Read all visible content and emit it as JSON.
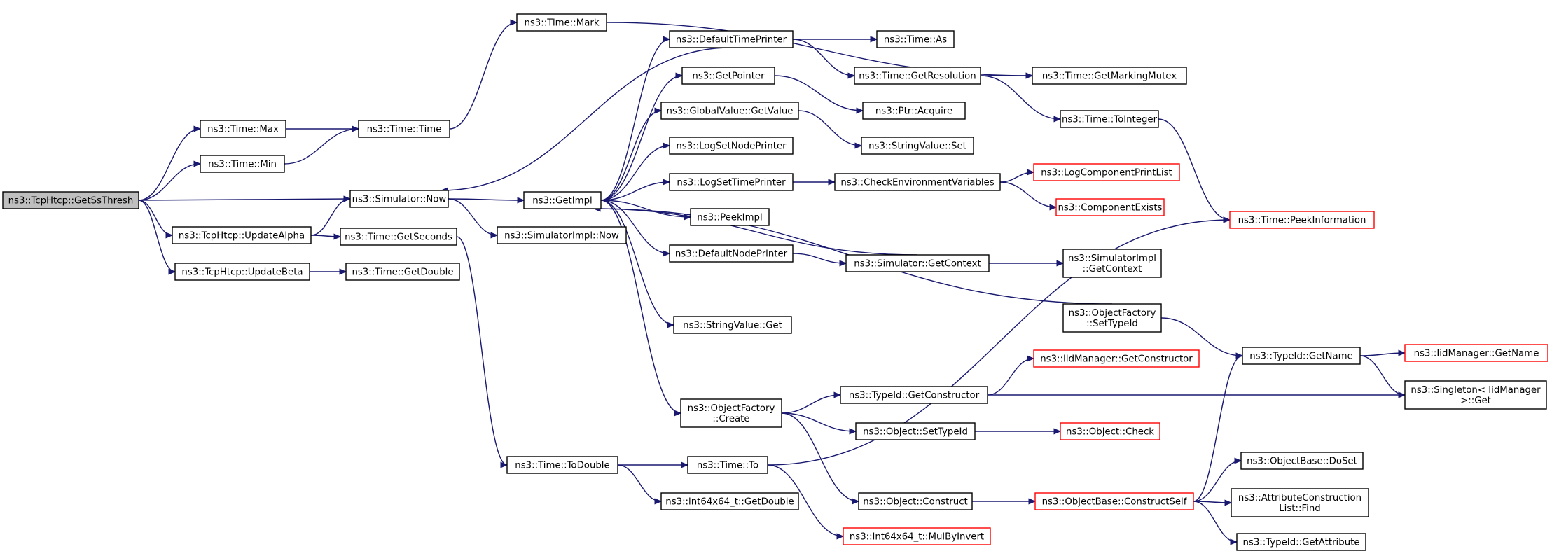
{
  "colors": {
    "edge": "#191970",
    "root_fill": "#bfbfbf",
    "red_border": "#ff0000",
    "border": "#000000"
  },
  "nodes": {
    "getssthresh": {
      "lines": [
        "ns3::TcpHtcp::GetSsThresh"
      ],
      "root": true
    },
    "max": {
      "lines": [
        "ns3::Time::Max"
      ]
    },
    "min": {
      "lines": [
        "ns3::Time::Min"
      ]
    },
    "now": {
      "lines": [
        "ns3::Simulator::Now"
      ]
    },
    "updatealpha": {
      "lines": [
        "ns3::TcpHtcp::UpdateAlpha"
      ]
    },
    "updatebeta": {
      "lines": [
        "ns3::TcpHtcp::UpdateBeta"
      ]
    },
    "time": {
      "lines": [
        "ns3::Time::Time"
      ]
    },
    "getseconds": {
      "lines": [
        "ns3::Time::GetSeconds"
      ]
    },
    "getdouble": {
      "lines": [
        "ns3::Time::GetDouble"
      ]
    },
    "mark": {
      "lines": [
        "ns3::Time::Mark"
      ]
    },
    "getimpl": {
      "lines": [
        "ns3::GetImpl"
      ]
    },
    "simimplnow": {
      "lines": [
        "ns3::SimulatorImpl::Now"
      ]
    },
    "todouble": {
      "lines": [
        "ns3::Time::ToDouble"
      ]
    },
    "defaulttimeprinter": {
      "lines": [
        "ns3::DefaultTimePrinter"
      ]
    },
    "getpointer": {
      "lines": [
        "ns3::GetPointer"
      ]
    },
    "getvalue": {
      "lines": [
        "ns3::GlobalValue::GetValue"
      ]
    },
    "logsetnodeprinter": {
      "lines": [
        "ns3::LogSetNodePrinter"
      ]
    },
    "logsettimeprinter": {
      "lines": [
        "ns3::LogSetTimePrinter"
      ]
    },
    "peekimpl": {
      "lines": [
        "ns3::PeekImpl"
      ]
    },
    "defaultnodeprinter": {
      "lines": [
        "ns3::DefaultNodePrinter"
      ]
    },
    "stringvalueget": {
      "lines": [
        "ns3::StringValue::Get"
      ]
    },
    "objfactorycreate": {
      "lines": [
        "ns3::ObjectFactory",
        "::Create"
      ]
    },
    "timeto": {
      "lines": [
        "ns3::Time::To"
      ]
    },
    "int64getdouble": {
      "lines": [
        "ns3::int64x64_t::GetDouble"
      ]
    },
    "timeas": {
      "lines": [
        "ns3::Time::As"
      ]
    },
    "getresolution": {
      "lines": [
        "ns3::Time::GetResolution"
      ]
    },
    "ptracquire": {
      "lines": [
        "ns3::Ptr::Acquire"
      ]
    },
    "stringvalueset": {
      "lines": [
        "ns3::StringValue::Set"
      ]
    },
    "checkenv": {
      "lines": [
        "ns3::CheckEnvironmentVariables"
      ]
    },
    "simgetcontext": {
      "lines": [
        "ns3::Simulator::GetContext"
      ]
    },
    "typeidgetconstructor": {
      "lines": [
        "ns3::TypeId::GetConstructor"
      ]
    },
    "objectsettypeid": {
      "lines": [
        "ns3::Object::SetTypeId"
      ]
    },
    "objectconstruct": {
      "lines": [
        "ns3::Object::Construct"
      ]
    },
    "mulbyinvert": {
      "lines": [
        "ns3::int64x64_t::MulByInvert"
      ],
      "red": true
    },
    "getmarkingmutex": {
      "lines": [
        "ns3::Time::GetMarkingMutex"
      ]
    },
    "tointeger": {
      "lines": [
        "ns3::Time::ToInteger"
      ]
    },
    "logcomponentprintlist": {
      "lines": [
        "ns3::LogComponentPrintList"
      ],
      "red": true
    },
    "componentexists": {
      "lines": [
        "ns3::ComponentExists"
      ],
      "red": true
    },
    "simimplgetcontext": {
      "lines": [
        "ns3::SimulatorImpl",
        "::GetContext"
      ]
    },
    "objfactorysettypeid": {
      "lines": [
        "ns3::ObjectFactory",
        "::SetTypeId"
      ]
    },
    "iidgetconstructor": {
      "lines": [
        "ns3::IidManager::GetConstructor"
      ],
      "red": true
    },
    "objectcheck": {
      "lines": [
        "ns3::Object::Check"
      ],
      "red": true
    },
    "constructself": {
      "lines": [
        "ns3::ObjectBase::ConstructSelf"
      ],
      "red": true
    },
    "peekinformation": {
      "lines": [
        "ns3::Time::PeekInformation"
      ],
      "red": true
    },
    "typeidgetname": {
      "lines": [
        "ns3::TypeId::GetName"
      ]
    },
    "iidgetname": {
      "lines": [
        "ns3::IidManager::GetName"
      ],
      "red": true
    },
    "singletonget": {
      "lines": [
        "ns3::Singleton< IidManager",
        ">::Get"
      ]
    },
    "doset": {
      "lines": [
        "ns3::ObjectBase::DoSet"
      ]
    },
    "attrfind": {
      "lines": [
        "ns3::AttributeConstruction",
        "List::Find"
      ]
    },
    "getattribute": {
      "lines": [
        "ns3::TypeId::GetAttribute"
      ]
    }
  },
  "edges": [
    [
      "getssthresh",
      "max"
    ],
    [
      "getssthresh",
      "min"
    ],
    [
      "getssthresh",
      "now"
    ],
    [
      "getssthresh",
      "updatealpha"
    ],
    [
      "getssthresh",
      "updatebeta"
    ],
    [
      "max",
      "time"
    ],
    [
      "min",
      "time"
    ],
    [
      "time",
      "mark"
    ],
    [
      "mark",
      "getmarkingmutex"
    ],
    [
      "updatealpha",
      "now"
    ],
    [
      "updatealpha",
      "getseconds"
    ],
    [
      "updatebeta",
      "getdouble"
    ],
    [
      "getseconds",
      "todouble"
    ],
    [
      "now",
      "getimpl"
    ],
    [
      "now",
      "simimplnow"
    ],
    [
      "defaulttimeprinter",
      "now"
    ],
    [
      "getimpl",
      "defaulttimeprinter"
    ],
    [
      "getimpl",
      "getpointer"
    ],
    [
      "getimpl",
      "getvalue"
    ],
    [
      "getimpl",
      "logsetnodeprinter"
    ],
    [
      "getimpl",
      "logsettimeprinter"
    ],
    [
      "getimpl",
      "peekimpl"
    ],
    [
      "getimpl",
      "defaultnodeprinter"
    ],
    [
      "getimpl",
      "stringvalueget"
    ],
    [
      "getimpl",
      "objfactorycreate"
    ],
    [
      "simgetcontext",
      "getimpl"
    ],
    [
      "objfactorysettypeid",
      "getimpl"
    ],
    [
      "defaulttimeprinter",
      "timeas"
    ],
    [
      "defaulttimeprinter",
      "getresolution"
    ],
    [
      "getresolution",
      "getmarkingmutex"
    ],
    [
      "getresolution",
      "tointeger"
    ],
    [
      "tointeger",
      "peekinformation"
    ],
    [
      "getpointer",
      "ptracquire"
    ],
    [
      "getvalue",
      "stringvalueset"
    ],
    [
      "logsettimeprinter",
      "checkenv"
    ],
    [
      "checkenv",
      "logcomponentprintlist"
    ],
    [
      "checkenv",
      "componentexists"
    ],
    [
      "defaultnodeprinter",
      "simgetcontext"
    ],
    [
      "simgetcontext",
      "simimplgetcontext"
    ],
    [
      "objfactorysettypeid",
      "typeidgetname"
    ],
    [
      "typeidgetname",
      "iidgetname"
    ],
    [
      "typeidgetname",
      "singletonget"
    ],
    [
      "objfactorycreate",
      "typeidgetconstructor"
    ],
    [
      "objfactorycreate",
      "objectsettypeid"
    ],
    [
      "objfactorycreate",
      "objectconstruct"
    ],
    [
      "typeidgetconstructor",
      "iidgetconstructor"
    ],
    [
      "typeidgetconstructor",
      "singletonget"
    ],
    [
      "objectsettypeid",
      "objectcheck"
    ],
    [
      "objectconstruct",
      "constructself"
    ],
    [
      "constructself",
      "typeidgetname"
    ],
    [
      "constructself",
      "doset"
    ],
    [
      "constructself",
      "attrfind"
    ],
    [
      "constructself",
      "getattribute"
    ],
    [
      "todouble",
      "timeto"
    ],
    [
      "todouble",
      "int64getdouble"
    ],
    [
      "timeto",
      "peekinformation"
    ],
    [
      "timeto",
      "mulbyinvert"
    ]
  ]
}
